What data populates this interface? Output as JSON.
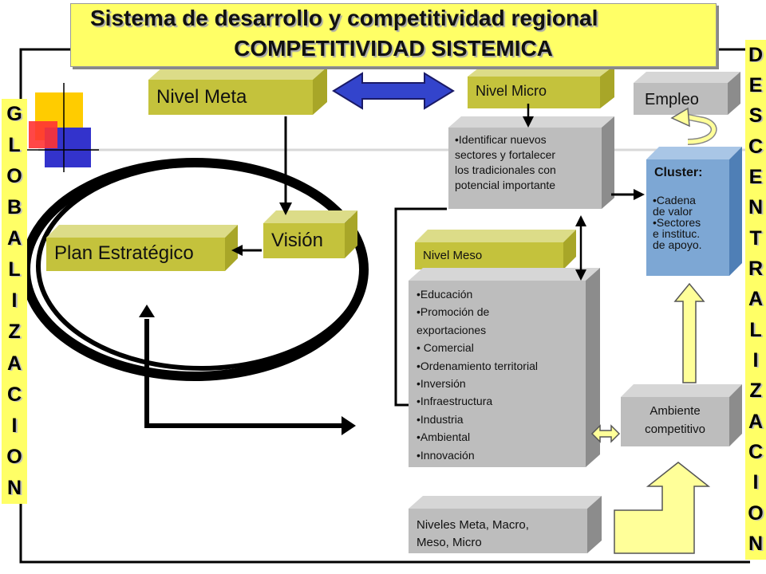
{
  "title": {
    "line1": "Sistema de desarrollo y competitividad regional",
    "line2": "COMPETITIVIDAD SISTEMICA"
  },
  "side_left": "GLOBALIZACION",
  "side_right": "DESCENTRALIZACION",
  "boxes": {
    "nivel_meta": "Nivel Meta",
    "nivel_micro": "Nivel Micro",
    "empleo": "Empleo",
    "vision": "Visión",
    "plan": "Plan Estratégico",
    "nivel_meso": "Nivel Meso",
    "micro_desc": [
      "•Identificar nuevos",
      "sectores y fortalecer",
      "los tradicionales con",
      "potencial importante"
    ],
    "cluster_title": "Cluster:",
    "cluster_items": [
      "•Cadena",
      "de valor",
      "•Sectores",
      "e instituc.",
      "de apoyo."
    ],
    "meso_items": [
      "•Educación",
      "•Promoción de",
      "exportaciones",
      "• Comercial",
      "•Ordenamiento territorial",
      "•Inversión",
      "•Infraestructura",
      "•Industria",
      "•Ambiental",
      "•Innovación"
    ],
    "ambiente": [
      "Ambiente",
      "competitivo"
    ],
    "niveles": [
      "Niveles Meta, Macro,",
      "Meso, Micro"
    ]
  },
  "colors": {
    "olive": "#c4c23c",
    "gray": "#bdbdbd",
    "cluster": "#7da7d4",
    "yellow": "#ffff66",
    "arrow_blue": "#3344cc"
  }
}
